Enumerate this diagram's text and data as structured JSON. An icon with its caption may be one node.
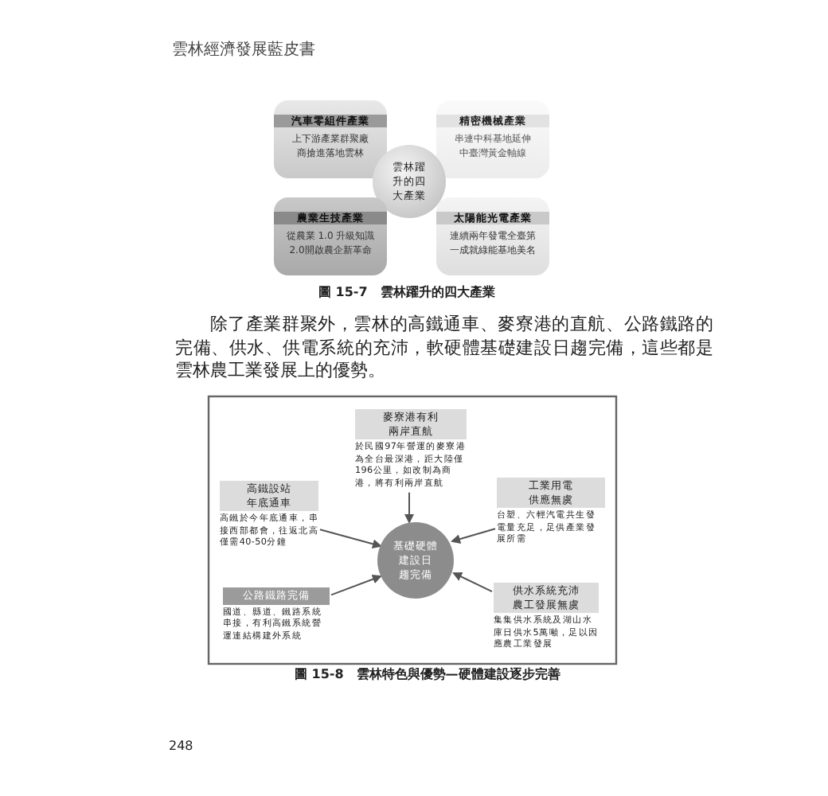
{
  "diagram": {
    "nodes": [
      {
        "text": [
          "汽車零組件產業",
          "上下游產業群聚廠商搶進落地雲林"
        ]
      },
      {
        "text": [
          "精密機械產業",
          "串連中科基地延伸中臺灣黃金軸線"
        ]
      },
      {
        "text": [
          "雲林躍升的四大產業"
        ]
      },
      {
        "text": [
          "農業生技產業",
          "從農業 1.0 升級知識 2.0開啟農企新革命"
        ]
      },
      {
        "text": [
          "太陽能光電產業",
          "連續兩年發電全臺第一成就綠能基地美名"
        ]
      },
      {
        "text": [
          "麥寮港有利兩岸直航",
          "於民國97年營運的麥寮港為全台最深港，距大陸僅196公里，如改制為商港，將有利兩岸直航"
        ]
      },
      {
        "text": [
          "高鐵設站年底通車",
          "高鐵於今年底通車，串接西部都會，往返北高僅需40-50分鐘"
        ]
      },
      {
        "text": [
          "工業用電供應無虞",
          "台塑、六輕汽電共生發電量充足，足供產業發展所需"
        ]
      },
      {
        "text": [
          "基礎硬體建設日趨完備"
        ]
      },
      {
        "text": [
          "公路鐵路完備",
          "國道、縣道、鐵路系統串接，有利高鐵系統營運連結構建外系統"
        ]
      },
      {
        "text": [
          "供水系統充沛農工發展無虞",
          "集集供水系統及湖山水庫日供水5萬噸，足以因應農工業發展"
        ]
      }
    ],
    "edges": [
      {
        "from": 5,
        "to": 8,
        "arrow": "to"
      },
      {
        "from": 6,
        "to": 8,
        "arrow": "to"
      },
      {
        "from": 7,
        "to": 8,
        "arrow": "to"
      },
      {
        "from": 9,
        "to": 8,
        "arrow": "to"
      },
      {
        "from": 10,
        "to": 8,
        "arrow": "to"
      }
    ],
    "labels": [
      "雲林經濟發展藍皮書",
      "圖 15-7　雲林躍升的四大產業",
      "除了產業群聚外，雲林的高鐵通車、麥寮港的直航、公路鐵路的完備、供水、供電系統的充沛，軟硬體基礎建設日趨完備，這些都是雲林農工業發展上的優勢。",
      "圖 15-8　雲林特色與優勢—硬體建設逐步完善",
      "248"
    ]
  }
}
